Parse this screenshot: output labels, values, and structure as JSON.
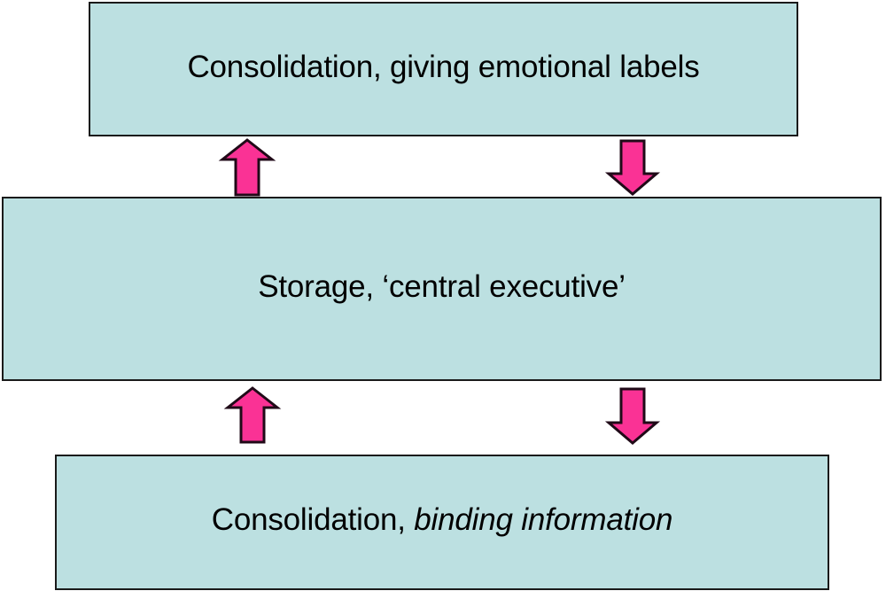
{
  "diagram": {
    "type": "flow-diagram",
    "background_color": "#ffffff",
    "box_fill_color": "#bce0e1",
    "box_border_color": "#1a1a1a",
    "arrow_fill_color": "#fa3295",
    "arrow_border_color": "#1a0a14",
    "boxes": [
      {
        "id": "top",
        "text_plain": "Consolidation, giving emotional labels",
        "text_regular": "Consolidation, giving emotional labels",
        "text_italic": ""
      },
      {
        "id": "middle",
        "text_plain": "Storage, ‘central executive’",
        "text_regular": "Storage, ‘central executive’",
        "text_italic": ""
      },
      {
        "id": "bottom",
        "text_plain": "Consolidation, binding information",
        "text_regular": "Consolidation, ",
        "text_italic": "binding information"
      }
    ],
    "arrows": [
      {
        "id": "arrow-up-top",
        "direction": "up",
        "from": "middle",
        "to": "top"
      },
      {
        "id": "arrow-down-top",
        "direction": "down",
        "from": "top",
        "to": "middle"
      },
      {
        "id": "arrow-up-bottom",
        "direction": "up",
        "from": "bottom",
        "to": "middle"
      },
      {
        "id": "arrow-down-bottom",
        "direction": "down",
        "from": "middle",
        "to": "bottom"
      }
    ]
  }
}
